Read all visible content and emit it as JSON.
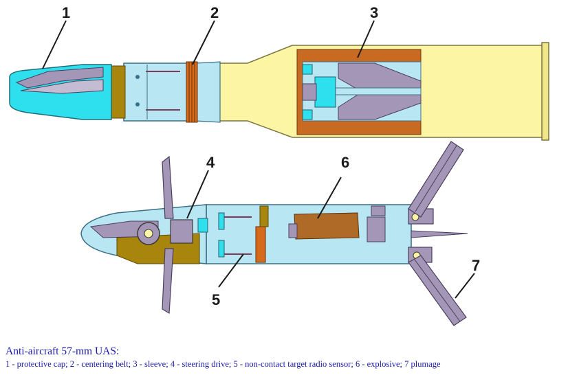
{
  "diagram": {
    "callouts": [
      "1",
      "2",
      "3",
      "4",
      "5",
      "6",
      "7"
    ]
  },
  "caption": {
    "title": "Anti-aircraft 57-mm UAS:",
    "legend": "1 - protective cap; 2 - centering belt; 3 - sleeve; 4 - steering drive; 5 - non-contact target radio sensor; 6 - explosive; 7 plumage"
  },
  "colors": {
    "cap_cyan": "#2ee0ee",
    "body_light_blue": "#b8e6f2",
    "brass_gold": "#a8860e",
    "centering_belt": "#d46a1a",
    "sleeve_yellow": "#fbf5a4",
    "propellant_orange": "#c96a22",
    "mechanism_mauve": "#a496b6",
    "explosive_brown": "#b06a28",
    "text_blue": "#1a1aa8"
  }
}
